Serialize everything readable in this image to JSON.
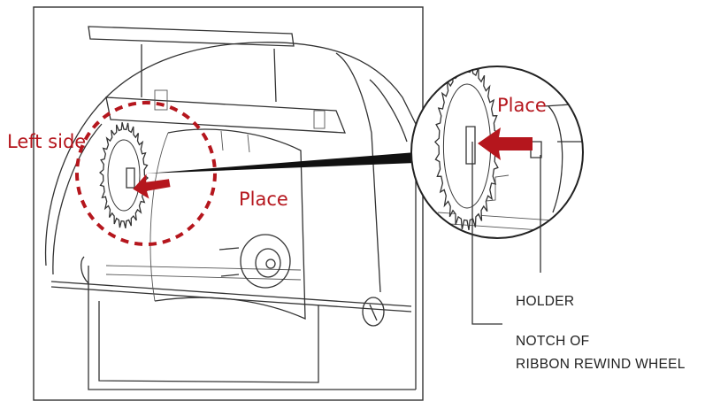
{
  "labels": {
    "left_side": "Left side",
    "place_main": "Place",
    "place_zoom": "Place",
    "holder": "HOLDER",
    "notch_line1": "NOTCH OF",
    "notch_line2": "RIBBON REWIND WHEEL"
  },
  "colors": {
    "accent_red": "#b5161d",
    "line": "#333333",
    "background": "#ffffff"
  },
  "icons": [
    "gear-wheel-icon",
    "arrow-icon",
    "magnifier-circle-icon"
  ]
}
